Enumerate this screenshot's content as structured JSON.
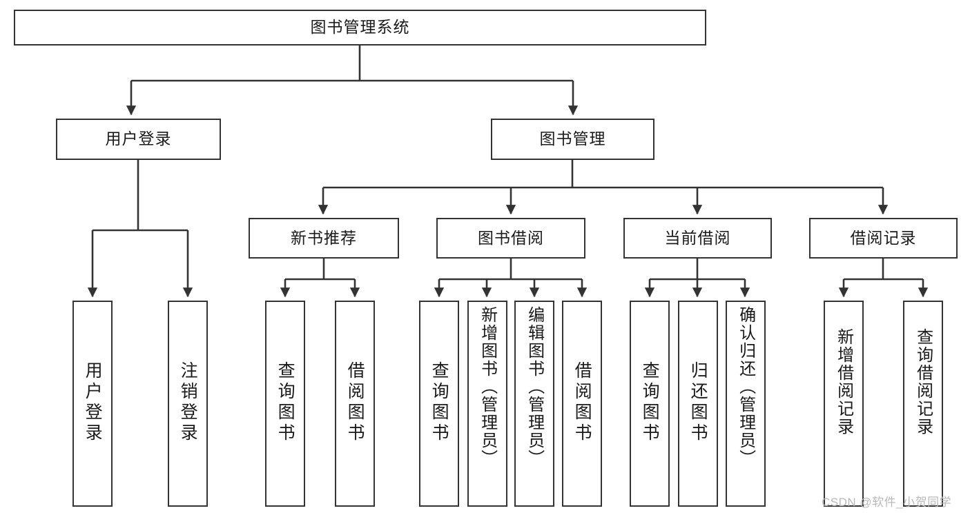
{
  "diagram": {
    "type": "tree-hierarchy-chart",
    "title": "图书管理系统",
    "orientation": "top-down",
    "colors": {
      "border": "#333333",
      "fill": "#ffffff",
      "text": "#1a1a1a",
      "edge": "#333333",
      "watermark": "#b9b9b9"
    },
    "nodes": {
      "root": {
        "label": "图书管理系统"
      },
      "level1": [
        {
          "id": "user-login",
          "label": "用户登录"
        },
        {
          "id": "book-management",
          "label": "图书管理"
        }
      ],
      "level2": [
        {
          "id": "new-book-recommend",
          "label": "新书推荐"
        },
        {
          "id": "book-borrow",
          "label": "图书借阅"
        },
        {
          "id": "current-borrow",
          "label": "当前借阅"
        },
        {
          "id": "borrow-record",
          "label": "借阅记录"
        }
      ],
      "leaves": {
        "user_login": [
          {
            "id": "leaf-user-login",
            "label": "用户登录"
          },
          {
            "id": "leaf-logout",
            "label": "注销登录"
          }
        ],
        "new_book_recommend": [
          {
            "id": "leaf-query-book-1",
            "label": "查询图书"
          },
          {
            "id": "leaf-borrow-book-1",
            "label": "借阅图书"
          }
        ],
        "book_borrow": [
          {
            "id": "leaf-query-book-2",
            "label": "查询图书"
          },
          {
            "id": "leaf-add-book",
            "label": "新增图书（管理员）"
          },
          {
            "id": "leaf-edit-book",
            "label": "编辑图书（管理员）"
          },
          {
            "id": "leaf-borrow-book-2",
            "label": "借阅图书"
          }
        ],
        "current_borrow": [
          {
            "id": "leaf-query-book-3",
            "label": "查询图书"
          },
          {
            "id": "leaf-return-book",
            "label": "归还图书"
          },
          {
            "id": "leaf-confirm-return",
            "label": "确认归还（管理员）"
          }
        ],
        "borrow_record": [
          {
            "id": "leaf-add-record",
            "label": "新增借阅记录"
          },
          {
            "id": "leaf-query-record",
            "label": "查询借阅记录"
          }
        ]
      }
    }
  },
  "watermark": {
    "text": "CSDN @软件_小贺同学"
  }
}
